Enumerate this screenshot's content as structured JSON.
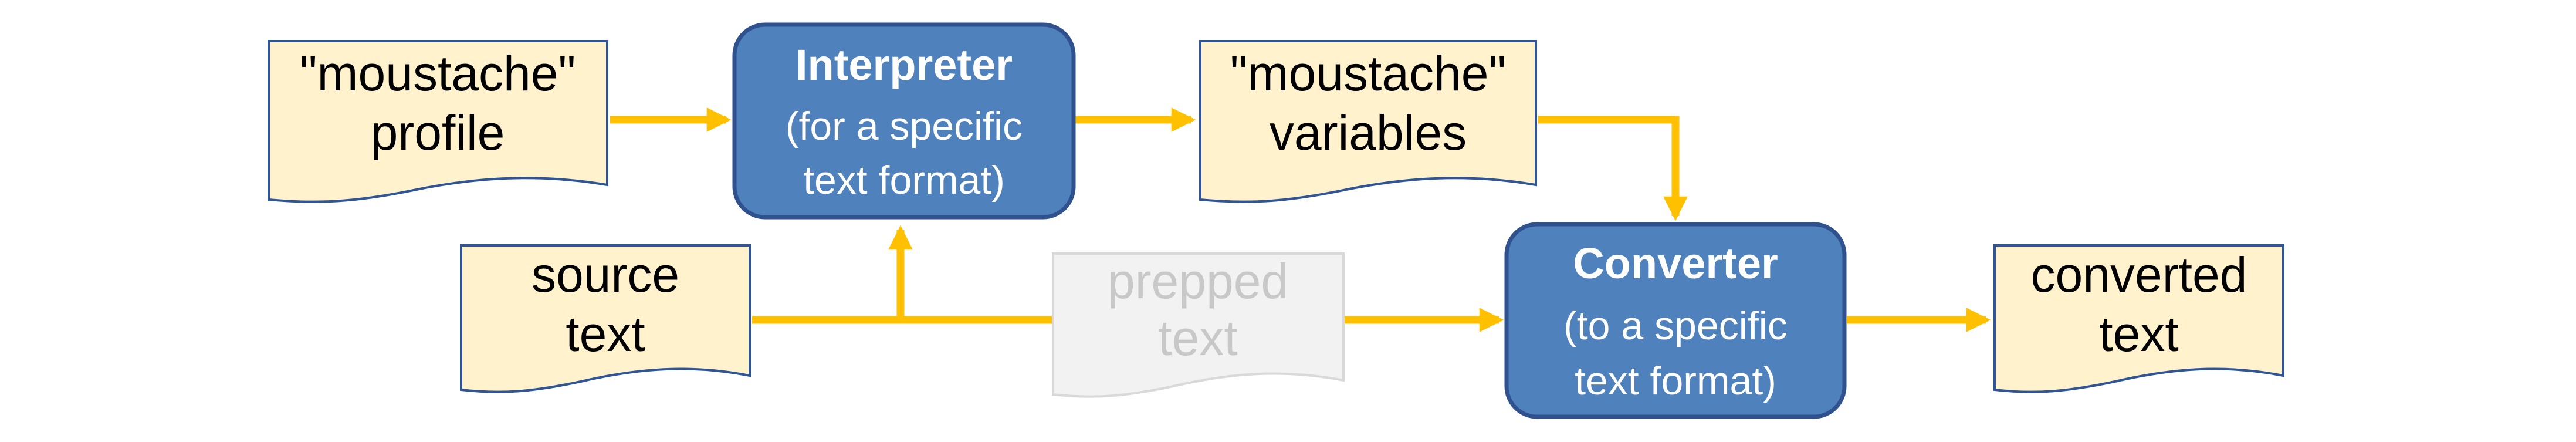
{
  "colors": {
    "document_fill": "#fff2cc",
    "document_stroke": "#2f5597",
    "process_fill": "#4f81bd",
    "process_stroke": "#2f528f",
    "connector": "#ffc000",
    "faded_fill": "#f2f2f2",
    "faded_stroke": "#d9d9d9",
    "faded_text": "#c8c8c8"
  },
  "nodes": {
    "profile": {
      "line1": "\"moustache\"",
      "line2": "profile"
    },
    "source": {
      "line1": "source",
      "line2": "text"
    },
    "interpreter": {
      "title": "Interpreter",
      "line1": "(for a specific",
      "line2": "text format)"
    },
    "variables": {
      "line1": "\"moustache\"",
      "line2": "variables"
    },
    "prepped": {
      "line1": "prepped",
      "line2": "text"
    },
    "converter": {
      "title": "Converter",
      "line1": "(to a specific",
      "line2": "text format)"
    },
    "converted": {
      "line1": "converted",
      "line2": "text"
    }
  }
}
